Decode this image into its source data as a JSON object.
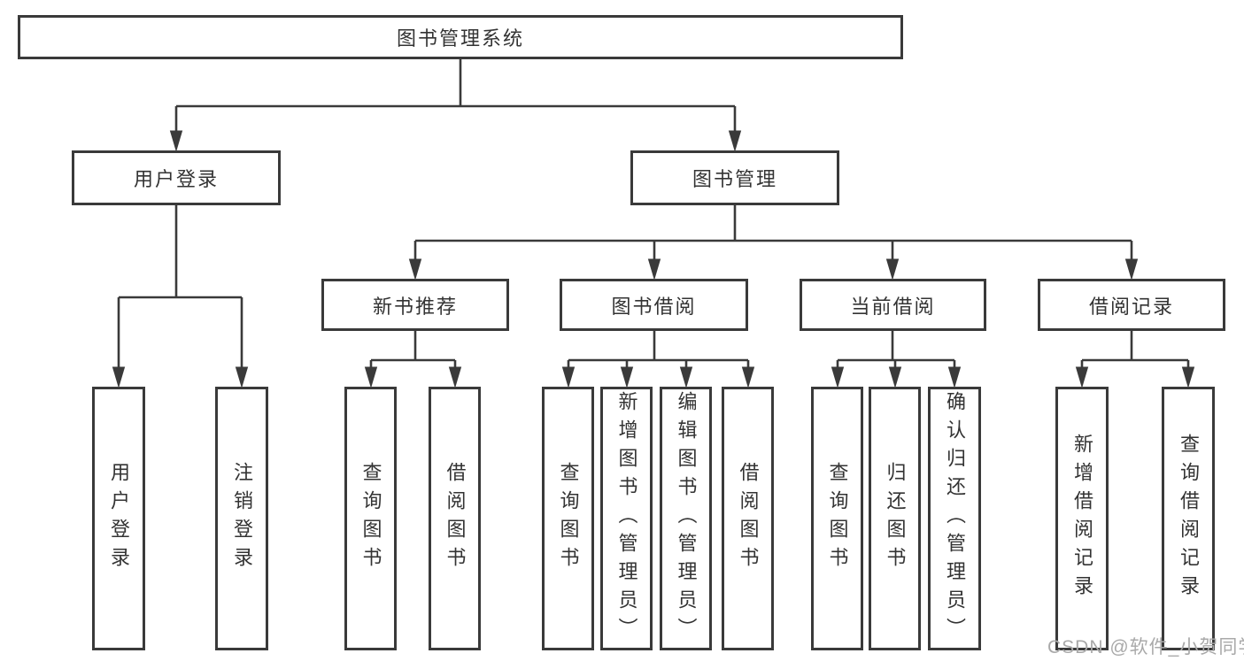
{
  "colors": {
    "line": "#3a3a3a",
    "text": "#333333",
    "watermark": "#a9a9a9",
    "background": "#ffffff"
  },
  "nodes": {
    "root": {
      "label": "图书管理系统"
    },
    "user_login": {
      "label": "用户登录"
    },
    "book_mgmt": {
      "label": "图书管理"
    },
    "new_books": {
      "label": "新书推荐"
    },
    "book_borrow": {
      "label": "图书借阅"
    },
    "current_borrow": {
      "label": "当前借阅"
    },
    "borrow_records": {
      "label": "借阅记录"
    },
    "leaf_user_login": {
      "label": "用户登录"
    },
    "leaf_logout": {
      "label": "注销登录"
    },
    "leaf_nb_query": {
      "label": "查询图书"
    },
    "leaf_nb_borrow": {
      "label": "借阅图书"
    },
    "leaf_bb_query": {
      "label": "查询图书"
    },
    "leaf_bb_add": {
      "label": "新增图书（管理员）"
    },
    "leaf_bb_edit": {
      "label": "编辑图书（管理员）"
    },
    "leaf_bb_borrow": {
      "label": "借阅图书"
    },
    "leaf_cb_query": {
      "label": "查询图书"
    },
    "leaf_cb_return": {
      "label": "归还图书"
    },
    "leaf_cb_confirm": {
      "label": "确认归还（管理员）"
    },
    "leaf_br_add": {
      "label": "新增借阅记录"
    },
    "leaf_br_query": {
      "label": "查询借阅记录"
    }
  },
  "structure": {
    "root": [
      "user_login",
      "book_mgmt"
    ],
    "user_login": [
      "leaf_user_login",
      "leaf_logout"
    ],
    "book_mgmt": [
      "new_books",
      "book_borrow",
      "current_borrow",
      "borrow_records"
    ],
    "new_books": [
      "leaf_nb_query",
      "leaf_nb_borrow"
    ],
    "book_borrow": [
      "leaf_bb_query",
      "leaf_bb_add",
      "leaf_bb_edit",
      "leaf_bb_borrow"
    ],
    "current_borrow": [
      "leaf_cb_query",
      "leaf_cb_return",
      "leaf_cb_confirm"
    ],
    "borrow_records": [
      "leaf_br_add",
      "leaf_br_query"
    ]
  },
  "watermark": {
    "text": "CSDN @软件_小贺同学"
  }
}
